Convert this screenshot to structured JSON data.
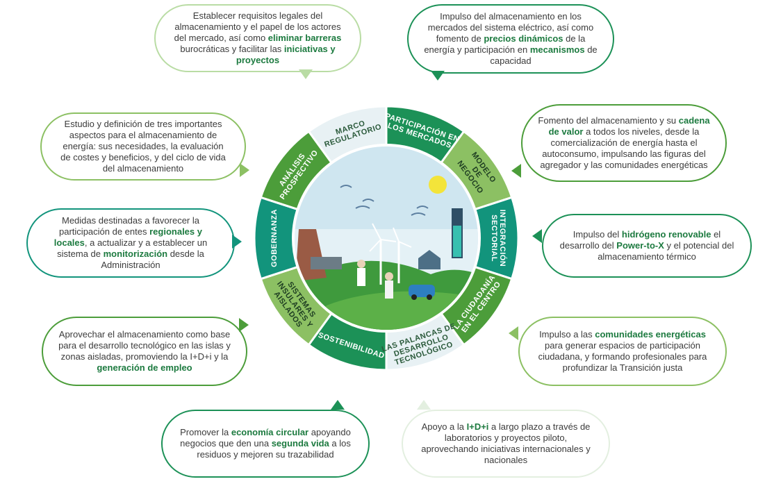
{
  "colors": {
    "dark_green": "#1c9157",
    "mid_green": "#4c9d3a",
    "light_green": "#8cc063",
    "teal": "#12947c",
    "pale_blue": "#e8f1f4",
    "bubble_border": "#7fbf5a",
    "text_bold": "#1c7a3f"
  },
  "segments": [
    {
      "id": "marco",
      "lines": [
        "MARCO",
        "REGULATORIO"
      ]
    },
    {
      "id": "participacion",
      "lines": [
        "PARTICIPACIÓN EN",
        "LOS MERCADOS"
      ]
    },
    {
      "id": "modelo",
      "lines": [
        "MODELO",
        "DE",
        "NEGOCIO"
      ]
    },
    {
      "id": "integracion",
      "lines": [
        "INTEGRACIÓN",
        "SECTORIAL"
      ]
    },
    {
      "id": "ciudadania",
      "lines": [
        "LA CIUDADANÍA",
        "EN EL CENTRO"
      ]
    },
    {
      "id": "palancas",
      "lines": [
        "LAS PALANCAS DE",
        "DESARROLLO",
        "TECNOLÓGICO"
      ]
    },
    {
      "id": "sostenibilidad",
      "lines": [
        "SOSTENIBILIDAD"
      ]
    },
    {
      "id": "sistemas",
      "lines": [
        "SISTEMAS",
        "INSULARES Y",
        "AISLADOS"
      ]
    },
    {
      "id": "gobernanza",
      "lines": [
        "GOBERNANZA"
      ]
    },
    {
      "id": "analisis",
      "lines": [
        "ANÁLISIS",
        "PROSPECTIVO"
      ]
    }
  ],
  "bubbles": {
    "b1": {
      "p1": "Establecer requisitos legales del almacenamiento y el papel de los actores del mercado, así como ",
      "b1": "eliminar barreras",
      "p2": " burocráticas y facilitar las ",
      "b2": "iniciativas y proyectos",
      "p3": ""
    },
    "b2": {
      "p1": "Impulso del almacenamiento en los mercados del sistema eléctrico, así como fomento de ",
      "b1": "precios dinámicos",
      "p2": " de la energía y participación en ",
      "b2": "mecanismos",
      "p3": " de capacidad"
    },
    "b3": {
      "p1": "Estudio y definición de tres importantes aspectos para el almacenamiento de energía: sus necesidades, la evaluación de costes y beneficios, y del ciclo de vida del almacenamiento"
    },
    "b4": {
      "p1": "Fomento del almacenamiento y su ",
      "b1": "cadena de valor",
      "p2": " a todos los niveles, desde la comercialización de energía hasta el autoconsumo, impulsando las figuras del agregador y las comunidades energéticas"
    },
    "b5": {
      "p1": "Medidas destinadas a favorecer la participación de entes ",
      "b1": "regionales y locales",
      "p2": ", a actualizar y a establecer un sistema de ",
      "b2": "monitorización",
      "p3": " desde la Administración"
    },
    "b6": {
      "p1": "Impulso del ",
      "b1": "hidrógeno renovable",
      "p2": " el desarrollo del ",
      "b2": "Power-to-X",
      "p3": " y el potencial del almacenamiento térmico"
    },
    "b7": {
      "p1": "Aprovechar el almacenamiento como base para el desarrollo tecnológico en las islas y zonas aisladas, promoviendo la I+D+i y la ",
      "b1": "generación de empleo"
    },
    "b8": {
      "p1": "Impulso a las ",
      "b1": "comunidades energéticas",
      "p2": " para generar espacios de participación ciudadana, y formando profesionales para profundizar la Transición justa"
    },
    "b9": {
      "p1": "Promover la ",
      "b1": "economía circular",
      "p2": " apoyando negocios que den una ",
      "b2": "segunda vida",
      "p3": " a los residuos y mejoren su trazabilidad"
    },
    "b10": {
      "p1": "Apoyo a la ",
      "b1": "I+D+i",
      "p2": " a largo plazo a través de laboratorios y proyectos piloto, aprovechando iniciativas internacionales y nacionales"
    }
  }
}
